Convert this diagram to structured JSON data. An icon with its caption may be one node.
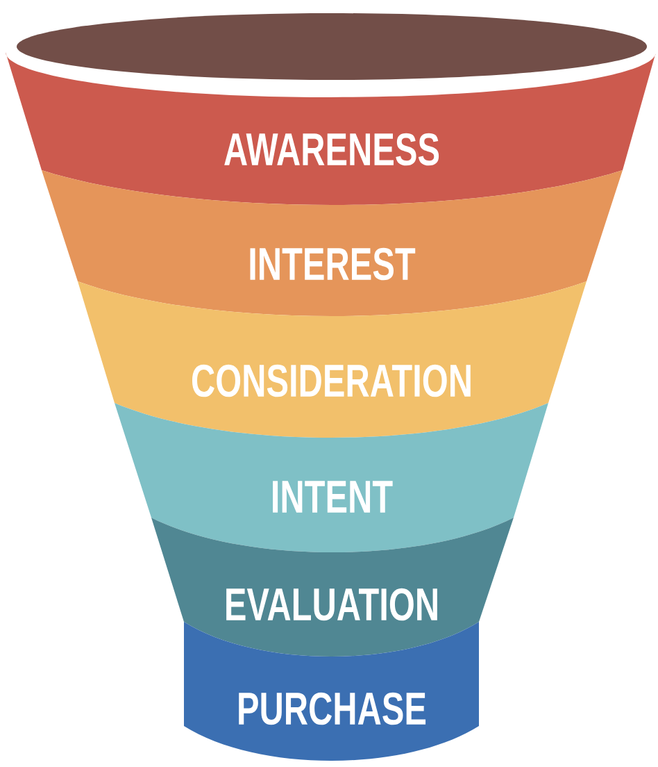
{
  "diagram": {
    "nodes": [
      {
        "text": [
          "AWARENESS"
        ]
      },
      {
        "text": [
          "INTEREST"
        ]
      },
      {
        "text": [
          "CONSIDERATION"
        ]
      },
      {
        "text": [
          "INTENT"
        ]
      },
      {
        "text": [
          "EVALUATION"
        ]
      },
      {
        "text": [
          "PURCHASE"
        ]
      }
    ]
  }
}
